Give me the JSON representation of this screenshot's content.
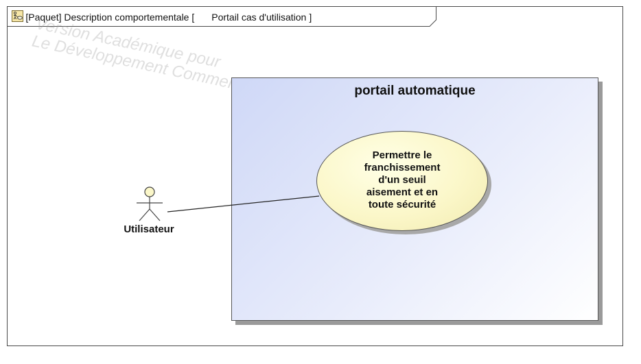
{
  "frame": {
    "keyword": "uc",
    "title_before_icon": "[Paquet] Description comportementale [",
    "diagram_name": "Portail cas d'utilisation",
    "title_after": "]",
    "icon": "use-case-diagram-icon"
  },
  "watermark": {
    "line1": "Version Académique pour",
    "line2": "Le Développement Commercial"
  },
  "boundary": {
    "title": "portail automatique"
  },
  "actor": {
    "label": "Utilisateur",
    "icon": "stick-figure-icon"
  },
  "use_case": {
    "label": "Permettre le\nfranchissement\nd'un seuil\naisement et en\ntoute sécurité"
  },
  "colors": {
    "boundary_fill_start": "#cfd8f7",
    "use_case_fill": "#fbf7c9",
    "actor_fill": "#fbf7c9",
    "stroke": "#555555"
  }
}
